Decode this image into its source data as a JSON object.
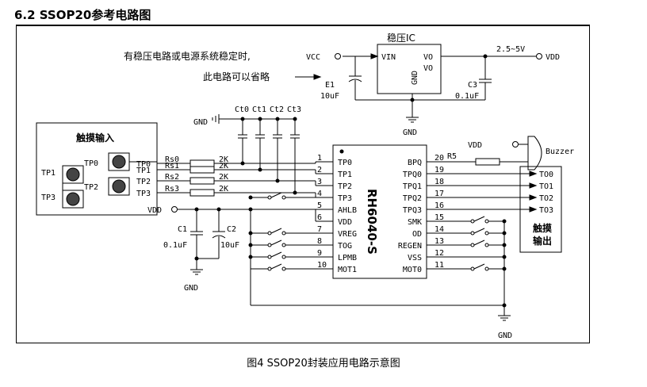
{
  "heading": "6.2 SSOP20参考电路图",
  "caption": "图4 SSOP20封装应用电路示意图",
  "regulator": {
    "title": "稳压IC",
    "vin": "VIN",
    "vo1": "VO",
    "vo2": "VO",
    "gnd": "GND",
    "note": "有稳压电路或电源系统稳定时,",
    "omit": "此电路可以省略",
    "vcc": "VCC",
    "range": "2.5~5V",
    "vdd": "VDD",
    "e1": "E1",
    "e1_val": "10uF",
    "c3": "C3",
    "c3_val": "0.1uF",
    "gnd_label": "GND"
  },
  "input_box": {
    "title": "触摸输入",
    "tp0": "TP0",
    "tp1": "TP1",
    "tp2": "TP2",
    "tp3": "TP3",
    "pads": [
      "TP0",
      "TP1",
      "TP2",
      "TP3"
    ]
  },
  "caps_top": {
    "gnd": "GND",
    "labels": [
      "Ct0",
      "Ct1",
      "Ct2",
      "Ct3"
    ]
  },
  "resistors": {
    "names": [
      "Rs0",
      "Rs1",
      "Rs2",
      "Rs3"
    ],
    "values": [
      "2K",
      "2K",
      "2K",
      "2K"
    ]
  },
  "vdd_left": "VDD",
  "c1": "C1",
  "c1_val": "0.1uF",
  "c2": "C2",
  "c2_val": "10uF",
  "gnd_bottom_left": "GND",
  "gnd_bottom_right": "GND",
  "chip": {
    "name": "RH6040-S",
    "left_pins": [
      {
        "num": "1",
        "name": "TP0"
      },
      {
        "num": "2",
        "name": "TP1"
      },
      {
        "num": "3",
        "name": "TP2"
      },
      {
        "num": "4",
        "name": "TP3"
      },
      {
        "num": "5",
        "name": "AHLB"
      },
      {
        "num": "6",
        "name": "VDD"
      },
      {
        "num": "7",
        "name": "VREG"
      },
      {
        "num": "8",
        "name": "TOG"
      },
      {
        "num": "9",
        "name": "LPMB"
      },
      {
        "num": "10",
        "name": "MOT1"
      }
    ],
    "right_pins": [
      {
        "num": "20",
        "name": "BPQ"
      },
      {
        "num": "19",
        "name": "TPQ0"
      },
      {
        "num": "18",
        "name": "TPQ1"
      },
      {
        "num": "17",
        "name": "TPQ2"
      },
      {
        "num": "16",
        "name": "TPQ3"
      },
      {
        "num": "15",
        "name": "SMK"
      },
      {
        "num": "14",
        "name": "OD"
      },
      {
        "num": "13",
        "name": "REGEN"
      },
      {
        "num": "12",
        "name": "VSS"
      },
      {
        "num": "11",
        "name": "MOT0"
      }
    ]
  },
  "buzzer": {
    "vdd": "VDD",
    "r5": "R5",
    "label": "Buzzer"
  },
  "outputs": {
    "labels": [
      "TO0",
      "TO1",
      "TO2",
      "TO3"
    ],
    "box_line1": "触摸",
    "box_line2": "输出"
  }
}
